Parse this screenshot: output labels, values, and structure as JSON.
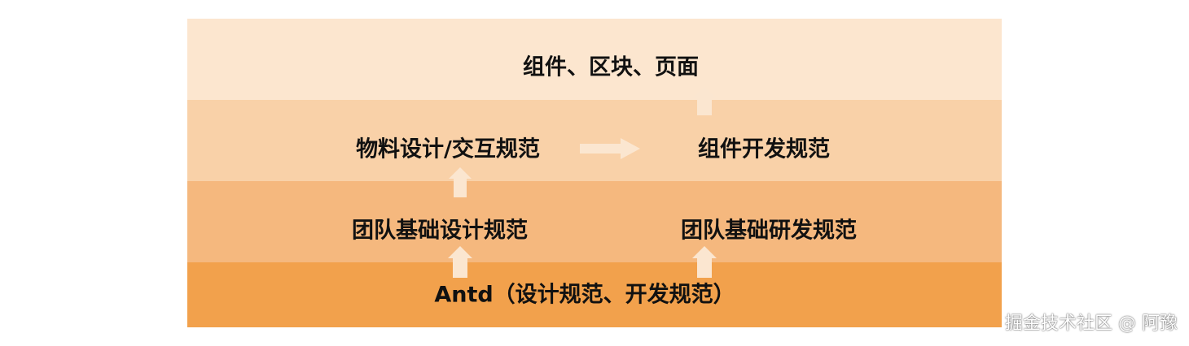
{
  "layers": [
    {
      "id": "layer-4",
      "color": "#fce6cf",
      "labels": [
        "组件、区块、页面"
      ]
    },
    {
      "id": "layer-3",
      "color": "#f9d1a8",
      "labels": [
        "物料设计/交互规范",
        "组件开发规范"
      ]
    },
    {
      "id": "layer-2",
      "color": "#f5b87e",
      "labels": [
        "团队基础设计规范",
        "团队基础研发规范"
      ]
    },
    {
      "id": "layer-1",
      "color": "#f2a14c",
      "labels": [
        "Antd（设计规范、开发规范）"
      ]
    }
  ],
  "arrow_color": "#fbe6d0",
  "watermark": "掘金技术社区 @ 阿豫"
}
